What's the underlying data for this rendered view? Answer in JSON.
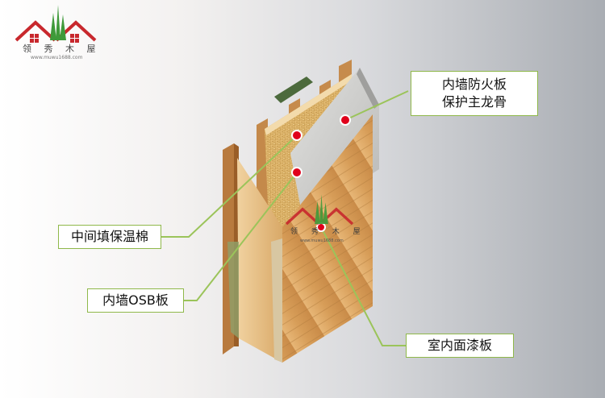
{
  "logo": {
    "name": "领 秀 木 屋",
    "url": "www.muwu1688.com"
  },
  "watermark": {
    "name": "领 秀 木 屋",
    "url": "www.muwu1688.com"
  },
  "labels": {
    "drywall_line1": "内墙防火板",
    "drywall_line2": "保护主龙骨",
    "insulation": "中间填保温棉",
    "osb": "内墙OSB板",
    "finish": "室内面漆板"
  },
  "colors": {
    "callout_line": "#9bc45a",
    "marker": "#e0001b",
    "logo_roof": "#c8282d",
    "logo_tree": "#3f9a3a"
  }
}
